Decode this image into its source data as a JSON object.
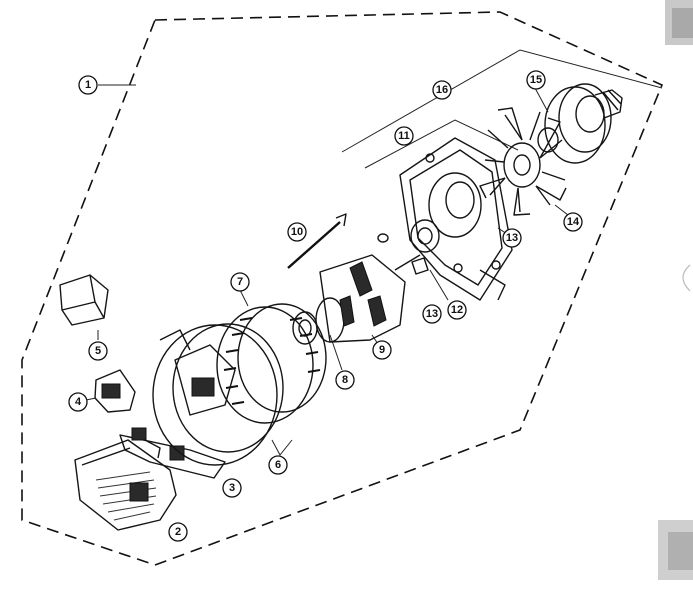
{
  "diagram": {
    "labels": [
      {
        "id": "p1",
        "text": "1"
      },
      {
        "id": "p2",
        "text": "2"
      },
      {
        "id": "p3",
        "text": "3"
      },
      {
        "id": "p4",
        "text": "4"
      },
      {
        "id": "p5",
        "text": "5"
      },
      {
        "id": "p6",
        "text": "6"
      },
      {
        "id": "p7",
        "text": "7"
      },
      {
        "id": "p8",
        "text": "8"
      },
      {
        "id": "p9",
        "text": "9"
      },
      {
        "id": "p10",
        "text": "10"
      },
      {
        "id": "p11",
        "text": "11"
      },
      {
        "id": "p12",
        "text": "12"
      },
      {
        "id": "p13a",
        "text": "13"
      },
      {
        "id": "p13b",
        "text": "13"
      },
      {
        "id": "p14",
        "text": "14"
      },
      {
        "id": "p15",
        "text": "15"
      },
      {
        "id": "p16",
        "text": "16"
      }
    ]
  }
}
